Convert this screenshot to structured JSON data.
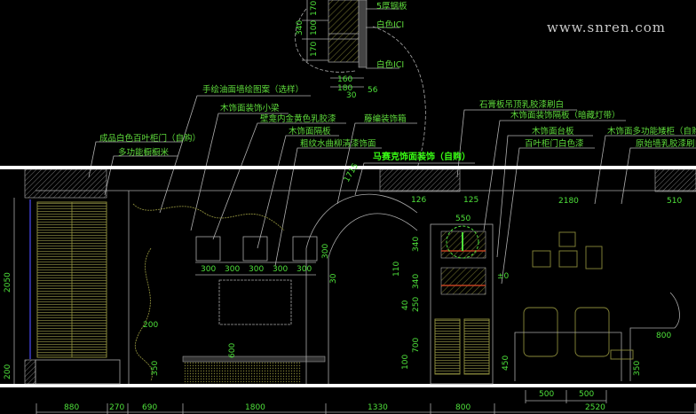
{
  "watermark": "www.snren.com",
  "detail_inset": {
    "labels": [
      "5厚钢板",
      "白色ICI",
      "白色ICI"
    ],
    "dims": [
      "170",
      "100",
      "170",
      "340",
      "160",
      "180",
      "56",
      "30"
    ]
  },
  "callouts_left": [
    "手绘油面墙绘图案（选样）",
    "木饰面装饰小梁",
    "壁龛内金黄色乳胶漆",
    "藤编装饰箱",
    "木饰面隔板",
    "成品白色百叶柜门（自购）",
    "粗纹水曲柳清漆饰面",
    "多功能橱橱米"
  ],
  "callout_main": "马赛克饰面装饰（自购）",
  "callouts_right": [
    "石膏板吊顶乳胶漆刷白",
    "木饰面装饰隔板（暗藏灯带）",
    "木饰面台板",
    "木饰面多功能矮柜（自购）",
    "百叶柜门白色漆",
    "原始墙乳胶漆刷白"
  ],
  "dims_bottom": [
    "880",
    "270",
    "690",
    "1800",
    "1330",
    "800",
    "2520"
  ],
  "dims_bottom_upper": [
    "500",
    "500"
  ],
  "dims_elevation": {
    "height_total": "2050",
    "height_base": "200",
    "niche_widths": [
      "300",
      "300",
      "300",
      "300",
      "300"
    ],
    "niche_height": "300",
    "thirty": "30",
    "vine": "200",
    "tv": "600",
    "low": "350",
    "arch": "1715",
    "top": [
      "126",
      "125",
      "2180",
      "510"
    ],
    "cabinet_width": "550",
    "cabinet_heights": [
      "340",
      "110",
      "340",
      "40",
      "250",
      "700",
      "100"
    ],
    "chair": "450",
    "side": "800",
    "side_low": "350",
    "mark": "±0"
  },
  "colors": {
    "background": "#000000",
    "text": "#5fdc3c",
    "lines": "#a8a8a8",
    "ornament": "#8a8a3a"
  }
}
